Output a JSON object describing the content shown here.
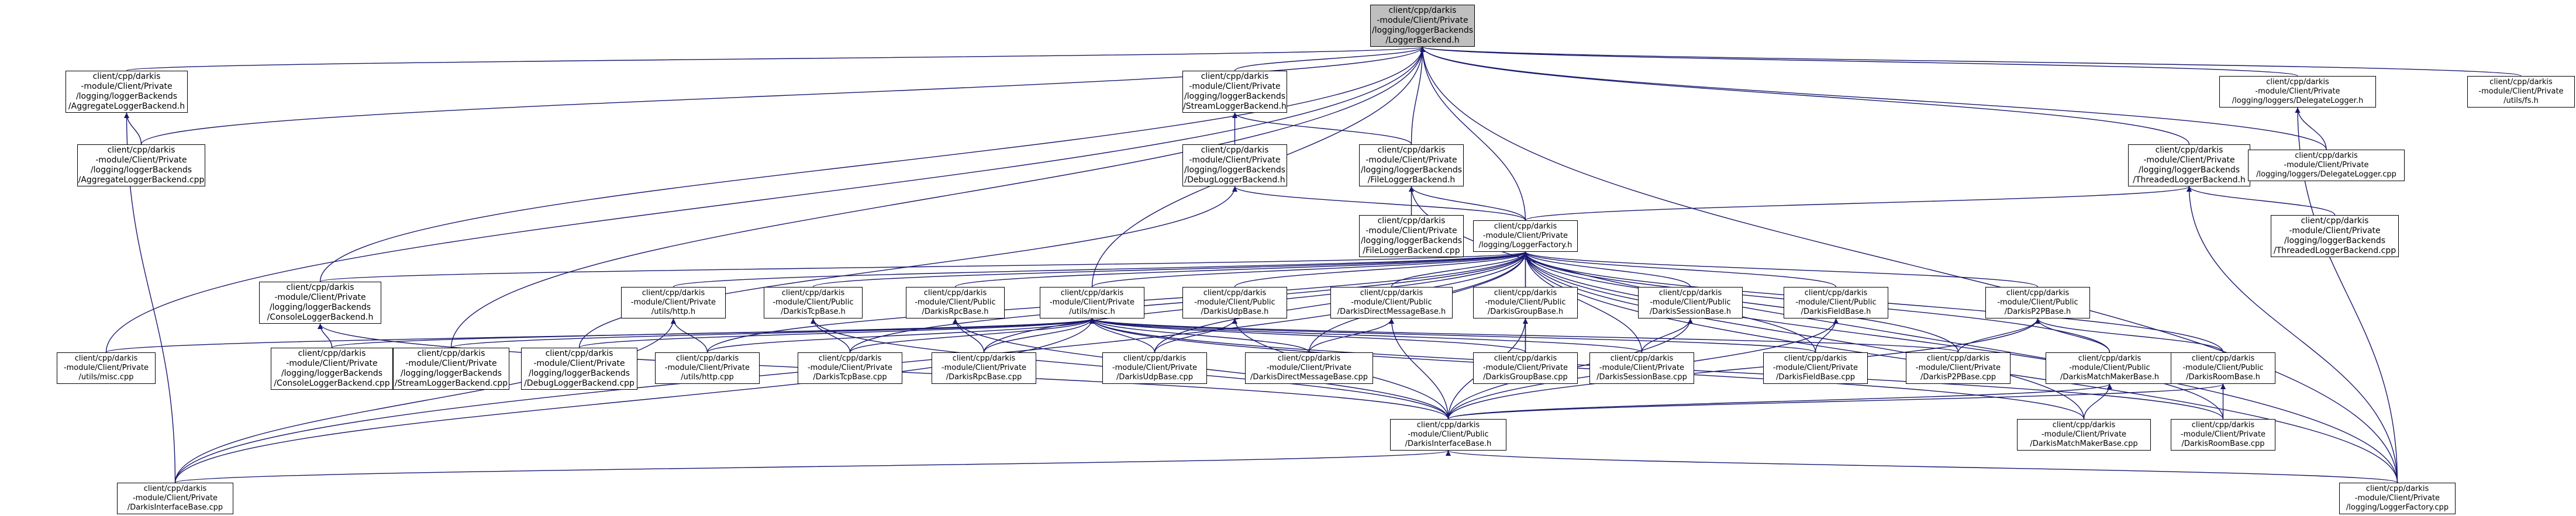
{
  "colors": {
    "edge": "#191970",
    "node_border": "#000000",
    "node_fill": "#ffffff",
    "root_fill": "#bfbfbf"
  },
  "nodes": [
    {
      "id": "root",
      "lines": [
        "client/cpp/darkis",
        "-module/Client/Private",
        "/logging/loggerBackends",
        "/LoggerBackend.h"
      ]
    },
    {
      "id": "aggh",
      "lines": [
        "client/cpp/darkis",
        "-module/Client/Private",
        "/logging/loggerBackends",
        "/AggregateLoggerBackend.h"
      ]
    },
    {
      "id": "streamh",
      "lines": [
        "client/cpp/darkis",
        "-module/Client/Private",
        "/logging/loggerBackends",
        "/StreamLoggerBackend.h"
      ]
    },
    {
      "id": "delegh",
      "lines": [
        "client/cpp/darkis",
        "-module/Client/Private",
        "/logging/loggers/DelegateLogger.h"
      ]
    },
    {
      "id": "fsh",
      "lines": [
        "client/cpp/darkis",
        "-module/Client/Private",
        "/utils/fs.h"
      ]
    },
    {
      "id": "aggcpp",
      "lines": [
        "client/cpp/darkis",
        "-module/Client/Private",
        "/logging/loggerBackends",
        "/AggregateLoggerBackend.cpp"
      ]
    },
    {
      "id": "debugh",
      "lines": [
        "client/cpp/darkis",
        "-module/Client/Private",
        "/logging/loggerBackends",
        "/DebugLoggerBackend.h"
      ]
    },
    {
      "id": "fileh",
      "lines": [
        "client/cpp/darkis",
        "-module/Client/Private",
        "/logging/loggerBackends",
        "/FileLoggerBackend.h"
      ]
    },
    {
      "id": "threadh",
      "lines": [
        "client/cpp/darkis",
        "-module/Client/Private",
        "/logging/loggerBackends",
        "/ThreadedLoggerBackend.h"
      ]
    },
    {
      "id": "delegcpp",
      "lines": [
        "client/cpp/darkis",
        "-module/Client/Private",
        "/logging/loggers/DelegateLogger.cpp"
      ]
    },
    {
      "id": "filecpp",
      "lines": [
        "client/cpp/darkis",
        "-module/Client/Private",
        "/logging/loggerBackends",
        "/FileLoggerBackend.cpp"
      ]
    },
    {
      "id": "factoryh",
      "lines": [
        "client/cpp/darkis",
        "-module/Client/Private",
        "/logging/LoggerFactory.h"
      ]
    },
    {
      "id": "threadcpp",
      "lines": [
        "client/cpp/darkis",
        "-module/Client/Private",
        "/logging/loggerBackends",
        "/ThreadedLoggerBackend.cpp"
      ]
    },
    {
      "id": "consoleh",
      "lines": [
        "client/cpp/darkis",
        "-module/Client/Private",
        "/logging/loggerBackends",
        "/ConsoleLoggerBackend.h"
      ]
    },
    {
      "id": "httph",
      "lines": [
        "client/cpp/darkis",
        "-module/Client/Private",
        "/utils/http.h"
      ]
    },
    {
      "id": "tcph",
      "lines": [
        "client/cpp/darkis",
        "-module/Client/Public",
        "/DarkisTcpBase.h"
      ]
    },
    {
      "id": "rpch",
      "lines": [
        "client/cpp/darkis",
        "-module/Client/Public",
        "/DarkisRpcBase.h"
      ]
    },
    {
      "id": "misch",
      "lines": [
        "client/cpp/darkis",
        "-module/Client/Private",
        "/utils/misc.h"
      ]
    },
    {
      "id": "udph",
      "lines": [
        "client/cpp/darkis",
        "-module/Client/Public",
        "/DarkisUdpBase.h"
      ]
    },
    {
      "id": "dmsgh",
      "lines": [
        "client/cpp/darkis",
        "-module/Client/Public",
        "/DarkisDirectMessageBase.h"
      ]
    },
    {
      "id": "grouph",
      "lines": [
        "client/cpp/darkis",
        "-module/Client/Public",
        "/DarkisGroupBase.h"
      ]
    },
    {
      "id": "sessh",
      "lines": [
        "client/cpp/darkis",
        "-module/Client/Public",
        "/DarkisSessionBase.h"
      ]
    },
    {
      "id": "fieldh",
      "lines": [
        "client/cpp/darkis",
        "-module/Client/Public",
        "/DarkisFieldBase.h"
      ]
    },
    {
      "id": "p2ph",
      "lines": [
        "client/cpp/darkis",
        "-module/Client/Public",
        "/DarkisP2PBase.h"
      ]
    },
    {
      "id": "misccpp",
      "lines": [
        "client/cpp/darkis",
        "-module/Client/Private",
        "/utils/misc.cpp"
      ]
    },
    {
      "id": "consolecpp",
      "lines": [
        "client/cpp/darkis",
        "-module/Client/Private",
        "/logging/loggerBackends",
        "/ConsoleLoggerBackend.cpp"
      ]
    },
    {
      "id": "streamcpp",
      "lines": [
        "client/cpp/darkis",
        "-module/Client/Private",
        "/logging/loggerBackends",
        "/StreamLoggerBackend.cpp"
      ]
    },
    {
      "id": "debugcpp",
      "lines": [
        "client/cpp/darkis",
        "-module/Client/Private",
        "/logging/loggerBackends",
        "/DebugLoggerBackend.cpp"
      ]
    },
    {
      "id": "httpcpp",
      "lines": [
        "client/cpp/darkis",
        "-module/Client/Private",
        "/utils/http.cpp"
      ]
    },
    {
      "id": "tcpcpp",
      "lines": [
        "client/cpp/darkis",
        "-module/Client/Private",
        "/DarkisTcpBase.cpp"
      ]
    },
    {
      "id": "rpccpp",
      "lines": [
        "client/cpp/darkis",
        "-module/Client/Private",
        "/DarkisRpcBase.cpp"
      ]
    },
    {
      "id": "udpcpp",
      "lines": [
        "client/cpp/darkis",
        "-module/Client/Private",
        "/DarkisUdpBase.cpp"
      ]
    },
    {
      "id": "dmsgcpp",
      "lines": [
        "client/cpp/darkis",
        "-module/Client/Private",
        "/DarkisDirectMessageBase.cpp"
      ]
    },
    {
      "id": "groupcpp",
      "lines": [
        "client/cpp/darkis",
        "-module/Client/Private",
        "/DarkisGroupBase.cpp"
      ]
    },
    {
      "id": "sesscpp",
      "lines": [
        "client/cpp/darkis",
        "-module/Client/Private",
        "/DarkisSessionBase.cpp"
      ]
    },
    {
      "id": "fieldcpp",
      "lines": [
        "client/cpp/darkis",
        "-module/Client/Private",
        "/DarkisFieldBase.cpp"
      ]
    },
    {
      "id": "p2pcpp",
      "lines": [
        "client/cpp/darkis",
        "-module/Client/Private",
        "/DarkisP2PBase.cpp"
      ]
    },
    {
      "id": "mmh",
      "lines": [
        "client/cpp/darkis",
        "-module/Client/Public",
        "/DarkisMatchMakerBase.h"
      ]
    },
    {
      "id": "roomh",
      "lines": [
        "client/cpp/darkis",
        "-module/Client/Public",
        "/DarkisRoomBase.h"
      ]
    },
    {
      "id": "ifaceh",
      "lines": [
        "client/cpp/darkis",
        "-module/Client/Public",
        "/DarkisInterfaceBase.h"
      ]
    },
    {
      "id": "mmcpp",
      "lines": [
        "client/cpp/darkis",
        "-module/Client/Private",
        "/DarkisMatchMakerBase.cpp"
      ]
    },
    {
      "id": "roomcpp",
      "lines": [
        "client/cpp/darkis",
        "-module/Client/Private",
        "/DarkisRoomBase.cpp"
      ]
    },
    {
      "id": "ifacecpp",
      "lines": [
        "client/cpp/darkis",
        "-module/Client/Private",
        "/DarkisInterfaceBase.cpp"
      ]
    },
    {
      "id": "factorycpp",
      "lines": [
        "client/cpp/darkis",
        "-module/Client/Private",
        "/logging/LoggerFactory.cpp"
      ]
    }
  ],
  "edges": [
    [
      "aggh",
      "root"
    ],
    [
      "aggcpp",
      "root"
    ],
    [
      "streamh",
      "root"
    ],
    [
      "delegh",
      "root"
    ],
    [
      "fsh",
      "root"
    ],
    [
      "fileh",
      "root"
    ],
    [
      "threadh",
      "root"
    ],
    [
      "delegcpp",
      "root"
    ],
    [
      "factoryh",
      "root"
    ],
    [
      "consoleh",
      "root"
    ],
    [
      "misch",
      "root"
    ],
    [
      "misccpp",
      "root"
    ],
    [
      "streamcpp",
      "root"
    ],
    [
      "factorycpp",
      "root"
    ],
    [
      "aggcpp",
      "aggh"
    ],
    [
      "ifacecpp",
      "aggh"
    ],
    [
      "debugh",
      "streamh"
    ],
    [
      "fileh",
      "streamh"
    ],
    [
      "delegcpp",
      "delegh"
    ],
    [
      "factorycpp",
      "delegh"
    ],
    [
      "factoryh",
      "debugh"
    ],
    [
      "debugcpp",
      "debugh"
    ],
    [
      "filecpp",
      "fileh"
    ],
    [
      "factoryh",
      "fileh"
    ],
    [
      "factorycpp",
      "fileh"
    ],
    [
      "threadcpp",
      "threadh"
    ],
    [
      "factoryh",
      "threadh"
    ],
    [
      "factorycpp",
      "threadh"
    ],
    [
      "consoleh",
      "factoryh"
    ],
    [
      "httph",
      "factoryh"
    ],
    [
      "tcph",
      "factoryh"
    ],
    [
      "rpch",
      "factoryh"
    ],
    [
      "misch",
      "factoryh"
    ],
    [
      "udph",
      "factoryh"
    ],
    [
      "dmsgh",
      "factoryh"
    ],
    [
      "grouph",
      "factoryh"
    ],
    [
      "sessh",
      "factoryh"
    ],
    [
      "fieldh",
      "factoryh"
    ],
    [
      "p2ph",
      "factoryh"
    ],
    [
      "mmh",
      "factoryh"
    ],
    [
      "roomh",
      "factoryh"
    ],
    [
      "ifacecpp",
      "factoryh"
    ],
    [
      "httpcpp",
      "factoryh"
    ],
    [
      "tcpcpp",
      "factoryh"
    ],
    [
      "rpccpp",
      "factoryh"
    ],
    [
      "udpcpp",
      "factoryh"
    ],
    [
      "dmsgcpp",
      "factoryh"
    ],
    [
      "groupcpp",
      "factoryh"
    ],
    [
      "sesscpp",
      "factoryh"
    ],
    [
      "fieldcpp",
      "factoryh"
    ],
    [
      "p2pcpp",
      "factoryh"
    ],
    [
      "mmcpp",
      "factoryh"
    ],
    [
      "roomcpp",
      "factoryh"
    ],
    [
      "factorycpp",
      "factoryh"
    ],
    [
      "consolecpp",
      "consoleh"
    ],
    [
      "ifaceh",
      "consoleh"
    ],
    [
      "httpcpp",
      "httph"
    ],
    [
      "ifacecpp",
      "httph"
    ],
    [
      "tcpcpp",
      "tcph"
    ],
    [
      "ifaceh",
      "tcph"
    ],
    [
      "rpccpp",
      "rpch"
    ],
    [
      "ifaceh",
      "rpch"
    ],
    [
      "misccpp",
      "misch"
    ],
    [
      "consolecpp",
      "misch"
    ],
    [
      "streamcpp",
      "misch"
    ],
    [
      "debugcpp",
      "misch"
    ],
    [
      "httpcpp",
      "misch"
    ],
    [
      "tcpcpp",
      "misch"
    ],
    [
      "rpccpp",
      "misch"
    ],
    [
      "udpcpp",
      "misch"
    ],
    [
      "dmsgcpp",
      "misch"
    ],
    [
      "groupcpp",
      "misch"
    ],
    [
      "sesscpp",
      "misch"
    ],
    [
      "fieldcpp",
      "misch"
    ],
    [
      "p2pcpp",
      "misch"
    ],
    [
      "mmcpp",
      "misch"
    ],
    [
      "roomcpp",
      "misch"
    ],
    [
      "ifacecpp",
      "misch"
    ],
    [
      "udpcpp",
      "udph"
    ],
    [
      "ifaceh",
      "udph"
    ],
    [
      "dmsgcpp",
      "dmsgh"
    ],
    [
      "ifaceh",
      "dmsgh"
    ],
    [
      "groupcpp",
      "grouph"
    ],
    [
      "ifaceh",
      "grouph"
    ],
    [
      "sesscpp",
      "sessh"
    ],
    [
      "ifaceh",
      "sessh"
    ],
    [
      "fieldcpp",
      "fieldh"
    ],
    [
      "ifaceh",
      "fieldh"
    ],
    [
      "p2pcpp",
      "p2ph"
    ],
    [
      "ifaceh",
      "p2ph"
    ],
    [
      "mmh",
      "p2ph"
    ],
    [
      "roomh",
      "p2ph"
    ],
    [
      "mmcpp",
      "mmh"
    ],
    [
      "ifaceh",
      "mmh"
    ],
    [
      "roomcpp",
      "roomh"
    ],
    [
      "ifaceh",
      "roomh"
    ],
    [
      "ifacecpp",
      "ifaceh"
    ],
    [
      "factorycpp",
      "ifaceh"
    ]
  ]
}
